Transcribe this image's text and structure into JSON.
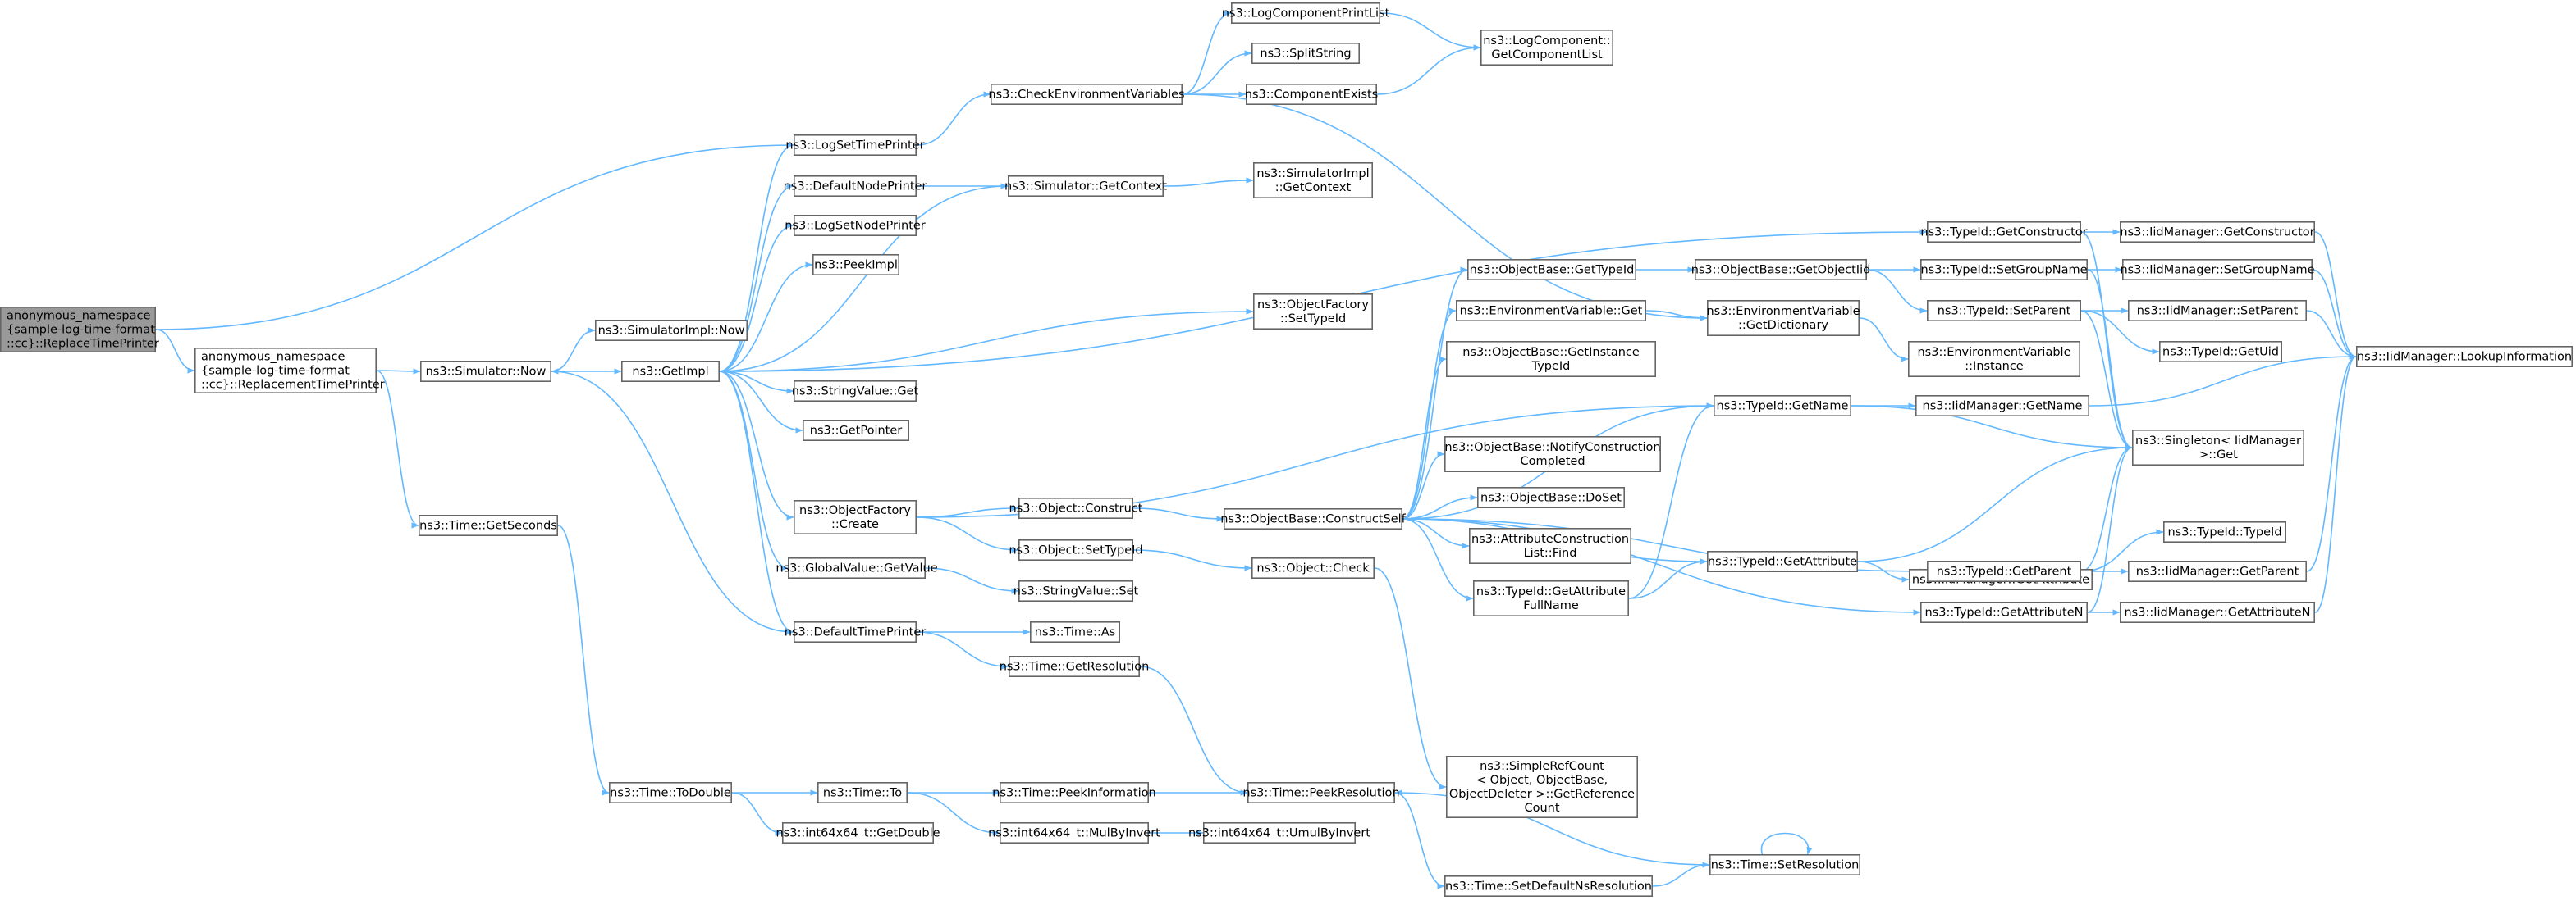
{
  "diagram": {
    "type": "call-graph",
    "nodes": [
      {
        "id": "root",
        "lines": [
          "anonymous_namespace",
          "{sample-log-time-format",
          "::cc}::ReplaceTimePrinter"
        ],
        "root": true
      },
      {
        "id": "repl",
        "lines": [
          "anonymous_namespace",
          "{sample-log-time-format",
          "::cc}::ReplacementTimePrinter"
        ]
      },
      {
        "id": "simnow",
        "lines": [
          "ns3::Simulator::Now"
        ]
      },
      {
        "id": "simimplnow",
        "lines": [
          "ns3::SimulatorImpl::Now"
        ]
      },
      {
        "id": "getimpl",
        "lines": [
          "ns3::GetImpl"
        ]
      },
      {
        "id": "logsettp",
        "lines": [
          "ns3::LogSetTimePrinter"
        ]
      },
      {
        "id": "defnodep",
        "lines": [
          "ns3::DefaultNodePrinter"
        ]
      },
      {
        "id": "logsetnp",
        "lines": [
          "ns3::LogSetNodePrinter"
        ]
      },
      {
        "id": "peekimpl",
        "lines": [
          "ns3::PeekImpl"
        ]
      },
      {
        "id": "svget",
        "lines": [
          "ns3::StringValue::Get"
        ]
      },
      {
        "id": "getptr",
        "lines": [
          "ns3::GetPointer"
        ]
      },
      {
        "id": "ofcreate",
        "lines": [
          "ns3::ObjectFactory",
          "::Create"
        ]
      },
      {
        "id": "gvget",
        "lines": [
          "ns3::GlobalValue::GetValue"
        ]
      },
      {
        "id": "deftp",
        "lines": [
          "ns3::DefaultTimePrinter"
        ]
      },
      {
        "id": "timegs",
        "lines": [
          "ns3::Time::GetSeconds"
        ]
      },
      {
        "id": "todouble",
        "lines": [
          "ns3::Time::ToDouble"
        ]
      },
      {
        "id": "i64getd",
        "lines": [
          "ns3::int64x64_t::GetDouble"
        ]
      },
      {
        "id": "timeto",
        "lines": [
          "ns3::Time::To"
        ]
      },
      {
        "id": "peekinfo",
        "lines": [
          "ns3::Time::PeekInformation"
        ]
      },
      {
        "id": "mulbyinv",
        "lines": [
          "ns3::int64x64_t::MulByInvert"
        ]
      },
      {
        "id": "umulbyinv",
        "lines": [
          "ns3::int64x64_t::UmulByInvert"
        ]
      },
      {
        "id": "peekres",
        "lines": [
          "ns3::Time::PeekResolution"
        ]
      },
      {
        "id": "getres",
        "lines": [
          "ns3::Time::GetResolution"
        ]
      },
      {
        "id": "timeas",
        "lines": [
          "ns3::Time::As"
        ]
      },
      {
        "id": "svset",
        "lines": [
          "ns3::StringValue::Set"
        ]
      },
      {
        "id": "objsettid",
        "lines": [
          "ns3::Object::SetTypeId"
        ]
      },
      {
        "id": "objconstruct",
        "lines": [
          "ns3::Object::Construct"
        ]
      },
      {
        "id": "objcheck",
        "lines": [
          "ns3::Object::Check"
        ]
      },
      {
        "id": "obconstructself",
        "lines": [
          "ns3::ObjectBase::ConstructSelf"
        ]
      },
      {
        "id": "checkenv",
        "lines": [
          "ns3::CheckEnvironmentVariables"
        ]
      },
      {
        "id": "logcpl",
        "lines": [
          "ns3::LogComponentPrintList"
        ]
      },
      {
        "id": "splitstr",
        "lines": [
          "ns3::SplitString"
        ]
      },
      {
        "id": "compexists",
        "lines": [
          "ns3::ComponentExists"
        ]
      },
      {
        "id": "lcgetlist",
        "lines": [
          "ns3::LogComponent::",
          "GetComponentList"
        ]
      },
      {
        "id": "simgetctx",
        "lines": [
          "ns3::Simulator::GetContext"
        ]
      },
      {
        "id": "simimplgetctx",
        "lines": [
          "ns3::SimulatorImpl",
          "::GetContext"
        ]
      },
      {
        "id": "ofsettid",
        "lines": [
          "ns3::ObjectFactory",
          "::SetTypeId"
        ]
      },
      {
        "id": "obgettid",
        "lines": [
          "ns3::ObjectBase::GetTypeId"
        ]
      },
      {
        "id": "envget",
        "lines": [
          "ns3::EnvironmentVariable::Get"
        ]
      },
      {
        "id": "obgetinst",
        "lines": [
          "ns3::ObjectBase::GetInstance",
          "TypeId"
        ]
      },
      {
        "id": "obnotify",
        "lines": [
          "ns3::ObjectBase::NotifyConstruction",
          "Completed"
        ]
      },
      {
        "id": "obdoset",
        "lines": [
          "ns3::ObjectBase::DoSet"
        ]
      },
      {
        "id": "acfind",
        "lines": [
          "ns3::AttributeConstruction",
          "List::Find"
        ]
      },
      {
        "id": "tidgafn",
        "lines": [
          "ns3::TypeId::GetAttribute",
          "FullName"
        ]
      },
      {
        "id": "simplerefcount",
        "lines": [
          "ns3::SimpleRefCount",
          "< Object, ObjectBase,",
          " ObjectDeleter >::GetReference",
          "Count"
        ]
      },
      {
        "id": "setdefns",
        "lines": [
          "ns3::Time::SetDefaultNsResolution"
        ]
      },
      {
        "id": "setres",
        "lines": [
          "ns3::Time::SetResolution"
        ]
      },
      {
        "id": "obgetoid",
        "lines": [
          "ns3::ObjectBase::GetObjectIid"
        ]
      },
      {
        "id": "envgetdict",
        "lines": [
          "ns3::EnvironmentVariable",
          "::GetDictionary"
        ]
      },
      {
        "id": "envinst",
        "lines": [
          "ns3::EnvironmentVariable",
          "::Instance"
        ]
      },
      {
        "id": "tidgetname",
        "lines": [
          "ns3::TypeId::GetName"
        ]
      },
      {
        "id": "tidgetattr",
        "lines": [
          "ns3::TypeId::GetAttribute"
        ]
      },
      {
        "id": "tidgetctor",
        "lines": [
          "ns3::TypeId::GetConstructor"
        ]
      },
      {
        "id": "tidsetgn",
        "lines": [
          "ns3::TypeId::SetGroupName"
        ]
      },
      {
        "id": "tidsetparent",
        "lines": [
          "ns3::TypeId::SetParent"
        ]
      },
      {
        "id": "tidgetuid",
        "lines": [
          "ns3::TypeId::GetUid"
        ]
      },
      {
        "id": "iidgetname",
        "lines": [
          "ns3::IidManager::GetName"
        ]
      },
      {
        "id": "singleton",
        "lines": [
          "ns3::Singleton< IidManager",
          " >::Get"
        ]
      },
      {
        "id": "iidgetattr",
        "lines": [
          "ns3::IidManager::GetAttribute"
        ]
      },
      {
        "id": "tidgetparent",
        "lines": [
          "ns3::TypeId::GetParent"
        ]
      },
      {
        "id": "tidgetattrn",
        "lines": [
          "ns3::TypeId::GetAttributeN"
        ]
      },
      {
        "id": "tidtid",
        "lines": [
          "ns3::TypeId::TypeId"
        ]
      },
      {
        "id": "iidgetparent",
        "lines": [
          "ns3::IidManager::GetParent"
        ]
      },
      {
        "id": "iidgetattrn",
        "lines": [
          "ns3::IidManager::GetAttributeN"
        ]
      },
      {
        "id": "iidgetctor",
        "lines": [
          "ns3::IidManager::GetConstructor"
        ]
      },
      {
        "id": "iidsetgn",
        "lines": [
          "ns3::IidManager::SetGroupName"
        ]
      },
      {
        "id": "iidsetparent",
        "lines": [
          "ns3::IidManager::SetParent"
        ]
      },
      {
        "id": "iidlookup",
        "lines": [
          "ns3::IidManager::LookupInformation"
        ]
      }
    ],
    "edges": [
      [
        "root",
        "repl"
      ],
      [
        "root",
        "logsettp"
      ],
      [
        "repl",
        "simnow"
      ],
      [
        "repl",
        "timegs"
      ],
      [
        "simnow",
        "simimplnow"
      ],
      [
        "simnow",
        "getimpl"
      ],
      [
        "getimpl",
        "logsettp"
      ],
      [
        "getimpl",
        "defnodep"
      ],
      [
        "getimpl",
        "logsetnp"
      ],
      [
        "getimpl",
        "peekimpl"
      ],
      [
        "getimpl",
        "svget"
      ],
      [
        "getimpl",
        "getptr"
      ],
      [
        "getimpl",
        "ofcreate"
      ],
      [
        "getimpl",
        "gvget"
      ],
      [
        "getimpl",
        "deftp"
      ],
      [
        "getimpl",
        "ofsettid"
      ],
      [
        "getimpl",
        "tidgetctor"
      ],
      [
        "logsettp",
        "checkenv"
      ],
      [
        "checkenv",
        "logcpl"
      ],
      [
        "checkenv",
        "splitstr"
      ],
      [
        "checkenv",
        "compexists"
      ],
      [
        "checkenv",
        "envgetdict"
      ],
      [
        "logcpl",
        "lcgetlist"
      ],
      [
        "compexists",
        "lcgetlist"
      ],
      [
        "defnodep",
        "simgetctx"
      ],
      [
        "simgetctx",
        "simimplgetctx"
      ],
      [
        "simgetctx",
        "getimpl"
      ],
      [
        "ofcreate",
        "objconstruct"
      ],
      [
        "ofcreate",
        "objsettid"
      ],
      [
        "ofcreate",
        "tidgetname"
      ],
      [
        "objconstruct",
        "obconstructself"
      ],
      [
        "objsettid",
        "objcheck"
      ],
      [
        "objcheck",
        "simplerefcount"
      ],
      [
        "gvget",
        "svset"
      ],
      [
        "deftp",
        "timeas"
      ],
      [
        "deftp",
        "getres"
      ],
      [
        "deftp",
        "simnow"
      ],
      [
        "getres",
        "peekres"
      ],
      [
        "timegs",
        "todouble"
      ],
      [
        "todouble",
        "timeto"
      ],
      [
        "todouble",
        "i64getd"
      ],
      [
        "timeto",
        "peekinfo"
      ],
      [
        "timeto",
        "mulbyinv"
      ],
      [
        "peekinfo",
        "peekres"
      ],
      [
        "mulbyinv",
        "umulbyinv"
      ],
      [
        "peekres",
        "setdefns"
      ],
      [
        "setdefns",
        "setres"
      ],
      [
        "setres",
        "setres"
      ],
      [
        "setres",
        "peekres"
      ],
      [
        "obconstructself",
        "obgettid"
      ],
      [
        "obconstructself",
        "envget"
      ],
      [
        "obconstructself",
        "obgetinst"
      ],
      [
        "obconstructself",
        "tidgetname"
      ],
      [
        "obconstructself",
        "obnotify"
      ],
      [
        "obconstructself",
        "obdoset"
      ],
      [
        "obconstructself",
        "acfind"
      ],
      [
        "obconstructself",
        "tidgafn"
      ],
      [
        "obconstructself",
        "tidgetattr"
      ],
      [
        "obconstructself",
        "tidgetparent"
      ],
      [
        "obconstructself",
        "tidgetattrn"
      ],
      [
        "obgettid",
        "obgetoid"
      ],
      [
        "envget",
        "envgetdict"
      ],
      [
        "envgetdict",
        "envinst"
      ],
      [
        "obgetoid",
        "tidsetgn"
      ],
      [
        "obgetoid",
        "tidsetparent"
      ],
      [
        "tidgafn",
        "tidgetname"
      ],
      [
        "tidgafn",
        "tidgetattr"
      ],
      [
        "tidgetname",
        "iidgetname"
      ],
      [
        "tidgetname",
        "singleton"
      ],
      [
        "tidgetattr",
        "iidgetattr"
      ],
      [
        "tidgetattr",
        "singleton"
      ],
      [
        "tidgetctor",
        "iidgetctor"
      ],
      [
        "tidgetctor",
        "singleton"
      ],
      [
        "tidsetgn",
        "iidsetgn"
      ],
      [
        "tidsetgn",
        "singleton"
      ],
      [
        "tidsetparent",
        "iidsetparent"
      ],
      [
        "tidsetparent",
        "tidgetuid"
      ],
      [
        "tidsetparent",
        "singleton"
      ],
      [
        "tidgetparent",
        "tidtid"
      ],
      [
        "tidgetparent",
        "iidgetparent"
      ],
      [
        "tidgetparent",
        "singleton"
      ],
      [
        "tidgetattrn",
        "iidgetattrn"
      ],
      [
        "tidgetattrn",
        "singleton"
      ],
      [
        "iidgetname",
        "iidlookup"
      ],
      [
        "iidgetctor",
        "iidlookup"
      ],
      [
        "iidsetgn",
        "iidlookup"
      ],
      [
        "iidsetparent",
        "iidlookup"
      ],
      [
        "iidgetparent",
        "iidlookup"
      ],
      [
        "iidgetattrn",
        "iidlookup"
      ]
    ],
    "colors": {
      "edge": "#63b8ff",
      "node_border": "#666666",
      "root_fill": "#999999",
      "node_fill": "#ffffff"
    }
  }
}
